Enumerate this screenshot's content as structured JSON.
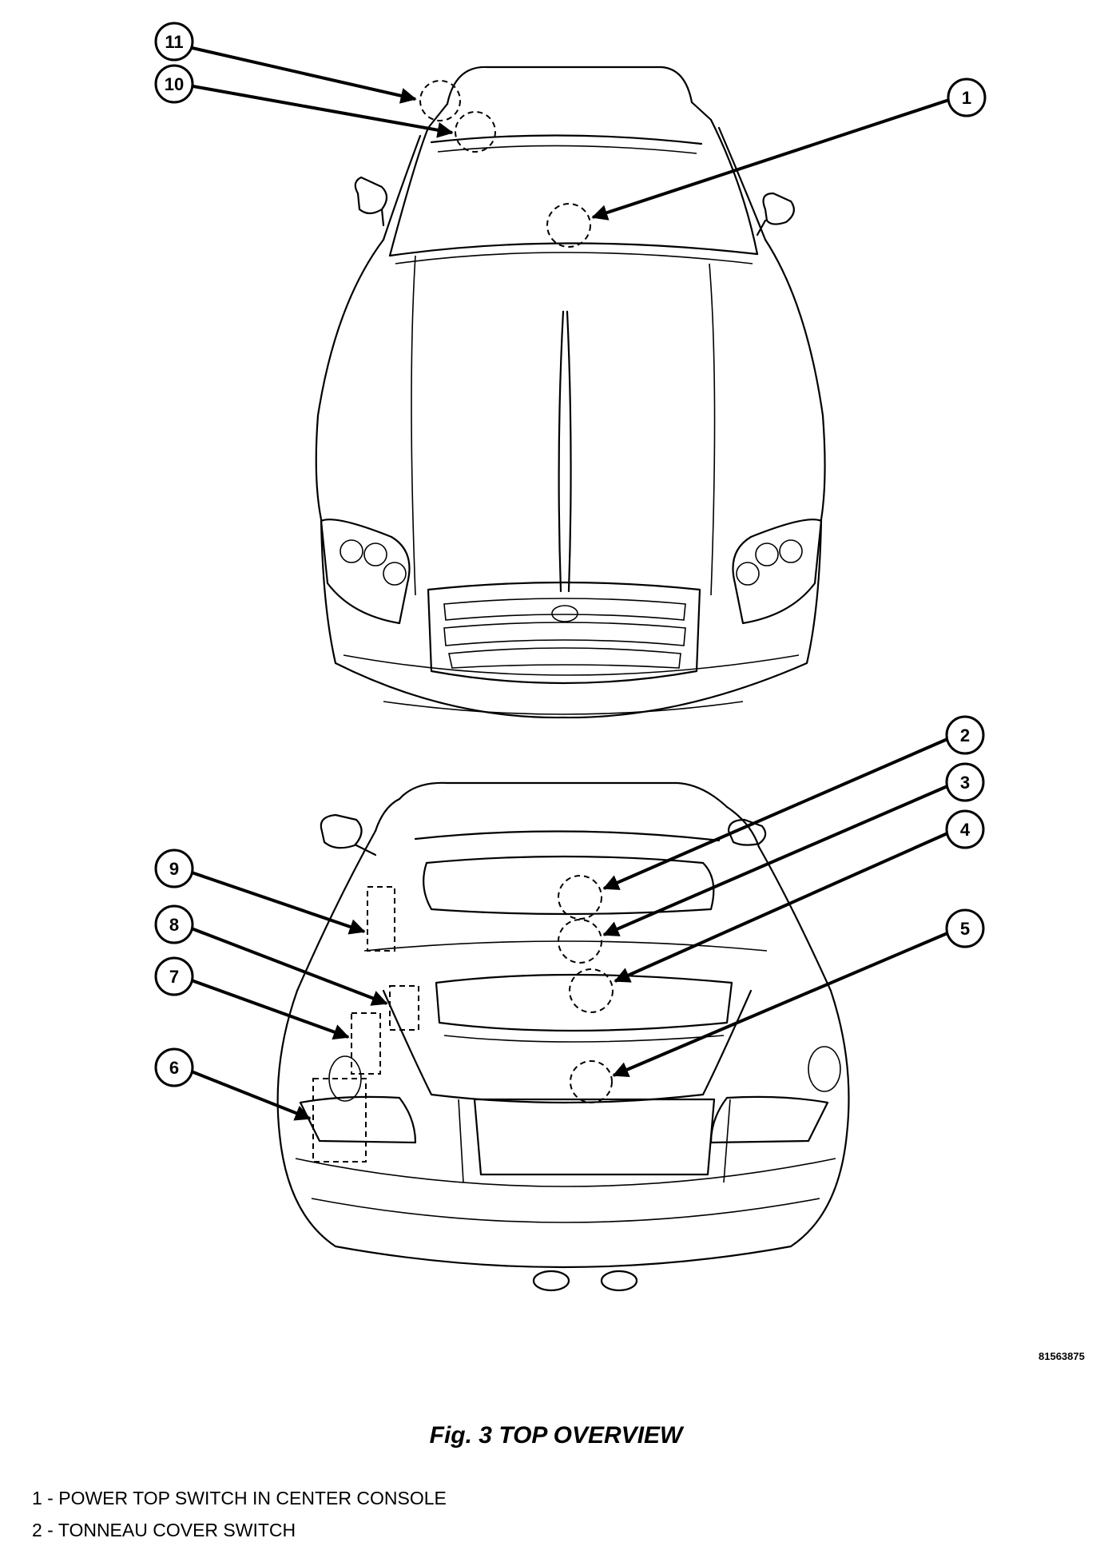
{
  "figure": {
    "code": "81563875",
    "caption": "Fig. 3 TOP OVERVIEW"
  },
  "callouts": [
    "1",
    "2",
    "3",
    "4",
    "5",
    "6",
    "7",
    "8",
    "9",
    "10",
    "11"
  ],
  "legend": [
    {
      "text": "1 - POWER TOP SWITCH IN CENTER CONSOLE"
    },
    {
      "text": "2 - TONNEAU COVER SWITCH"
    }
  ]
}
